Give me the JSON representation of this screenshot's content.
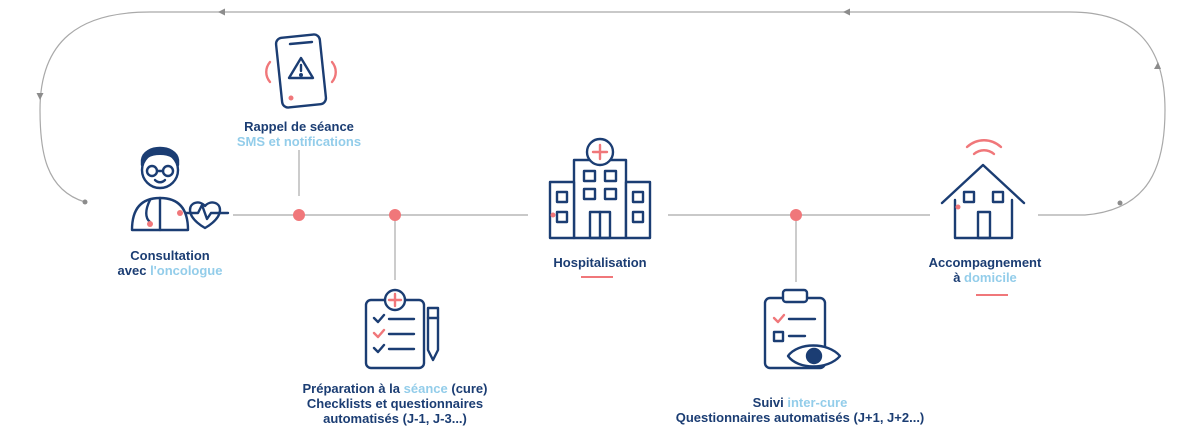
{
  "colors": {
    "navy": "#1b3d73",
    "light_blue": "#93cdea",
    "coral": "#f0777a",
    "line_gray": "#a9a9a9"
  },
  "steps": {
    "consultation": {
      "icon": "oncologist-doctor-icon",
      "line1": "Consultation",
      "line2_prefix": "avec",
      "line2_highlight": "l'oncologue"
    },
    "rappel": {
      "icon": "smartphone-alert-icon",
      "line1": "Rappel de séance",
      "line2": "SMS et notifications"
    },
    "preparation": {
      "icon": "clipboard-checklist-icon",
      "line1_prefix": "Préparation à la",
      "line1_highlight": "séance",
      "line1_suffix": "(cure)",
      "line2": "Checklists et questionnaires",
      "line3": "automatisés (J-1, J-3...)"
    },
    "hospitalisation": {
      "icon": "hospital-building-icon",
      "line1": "Hospitalisation"
    },
    "suivi": {
      "icon": "clipboard-eye-icon",
      "line1_prefix": "Suivi",
      "line1_highlight": "inter-cure",
      "line2": "Questionnaires automatisés (J+1, J+2...)"
    },
    "domicile": {
      "icon": "home-wifi-icon",
      "line1": "Accompagnement",
      "line2_prefix": "à",
      "line2_highlight": "domicile"
    }
  }
}
